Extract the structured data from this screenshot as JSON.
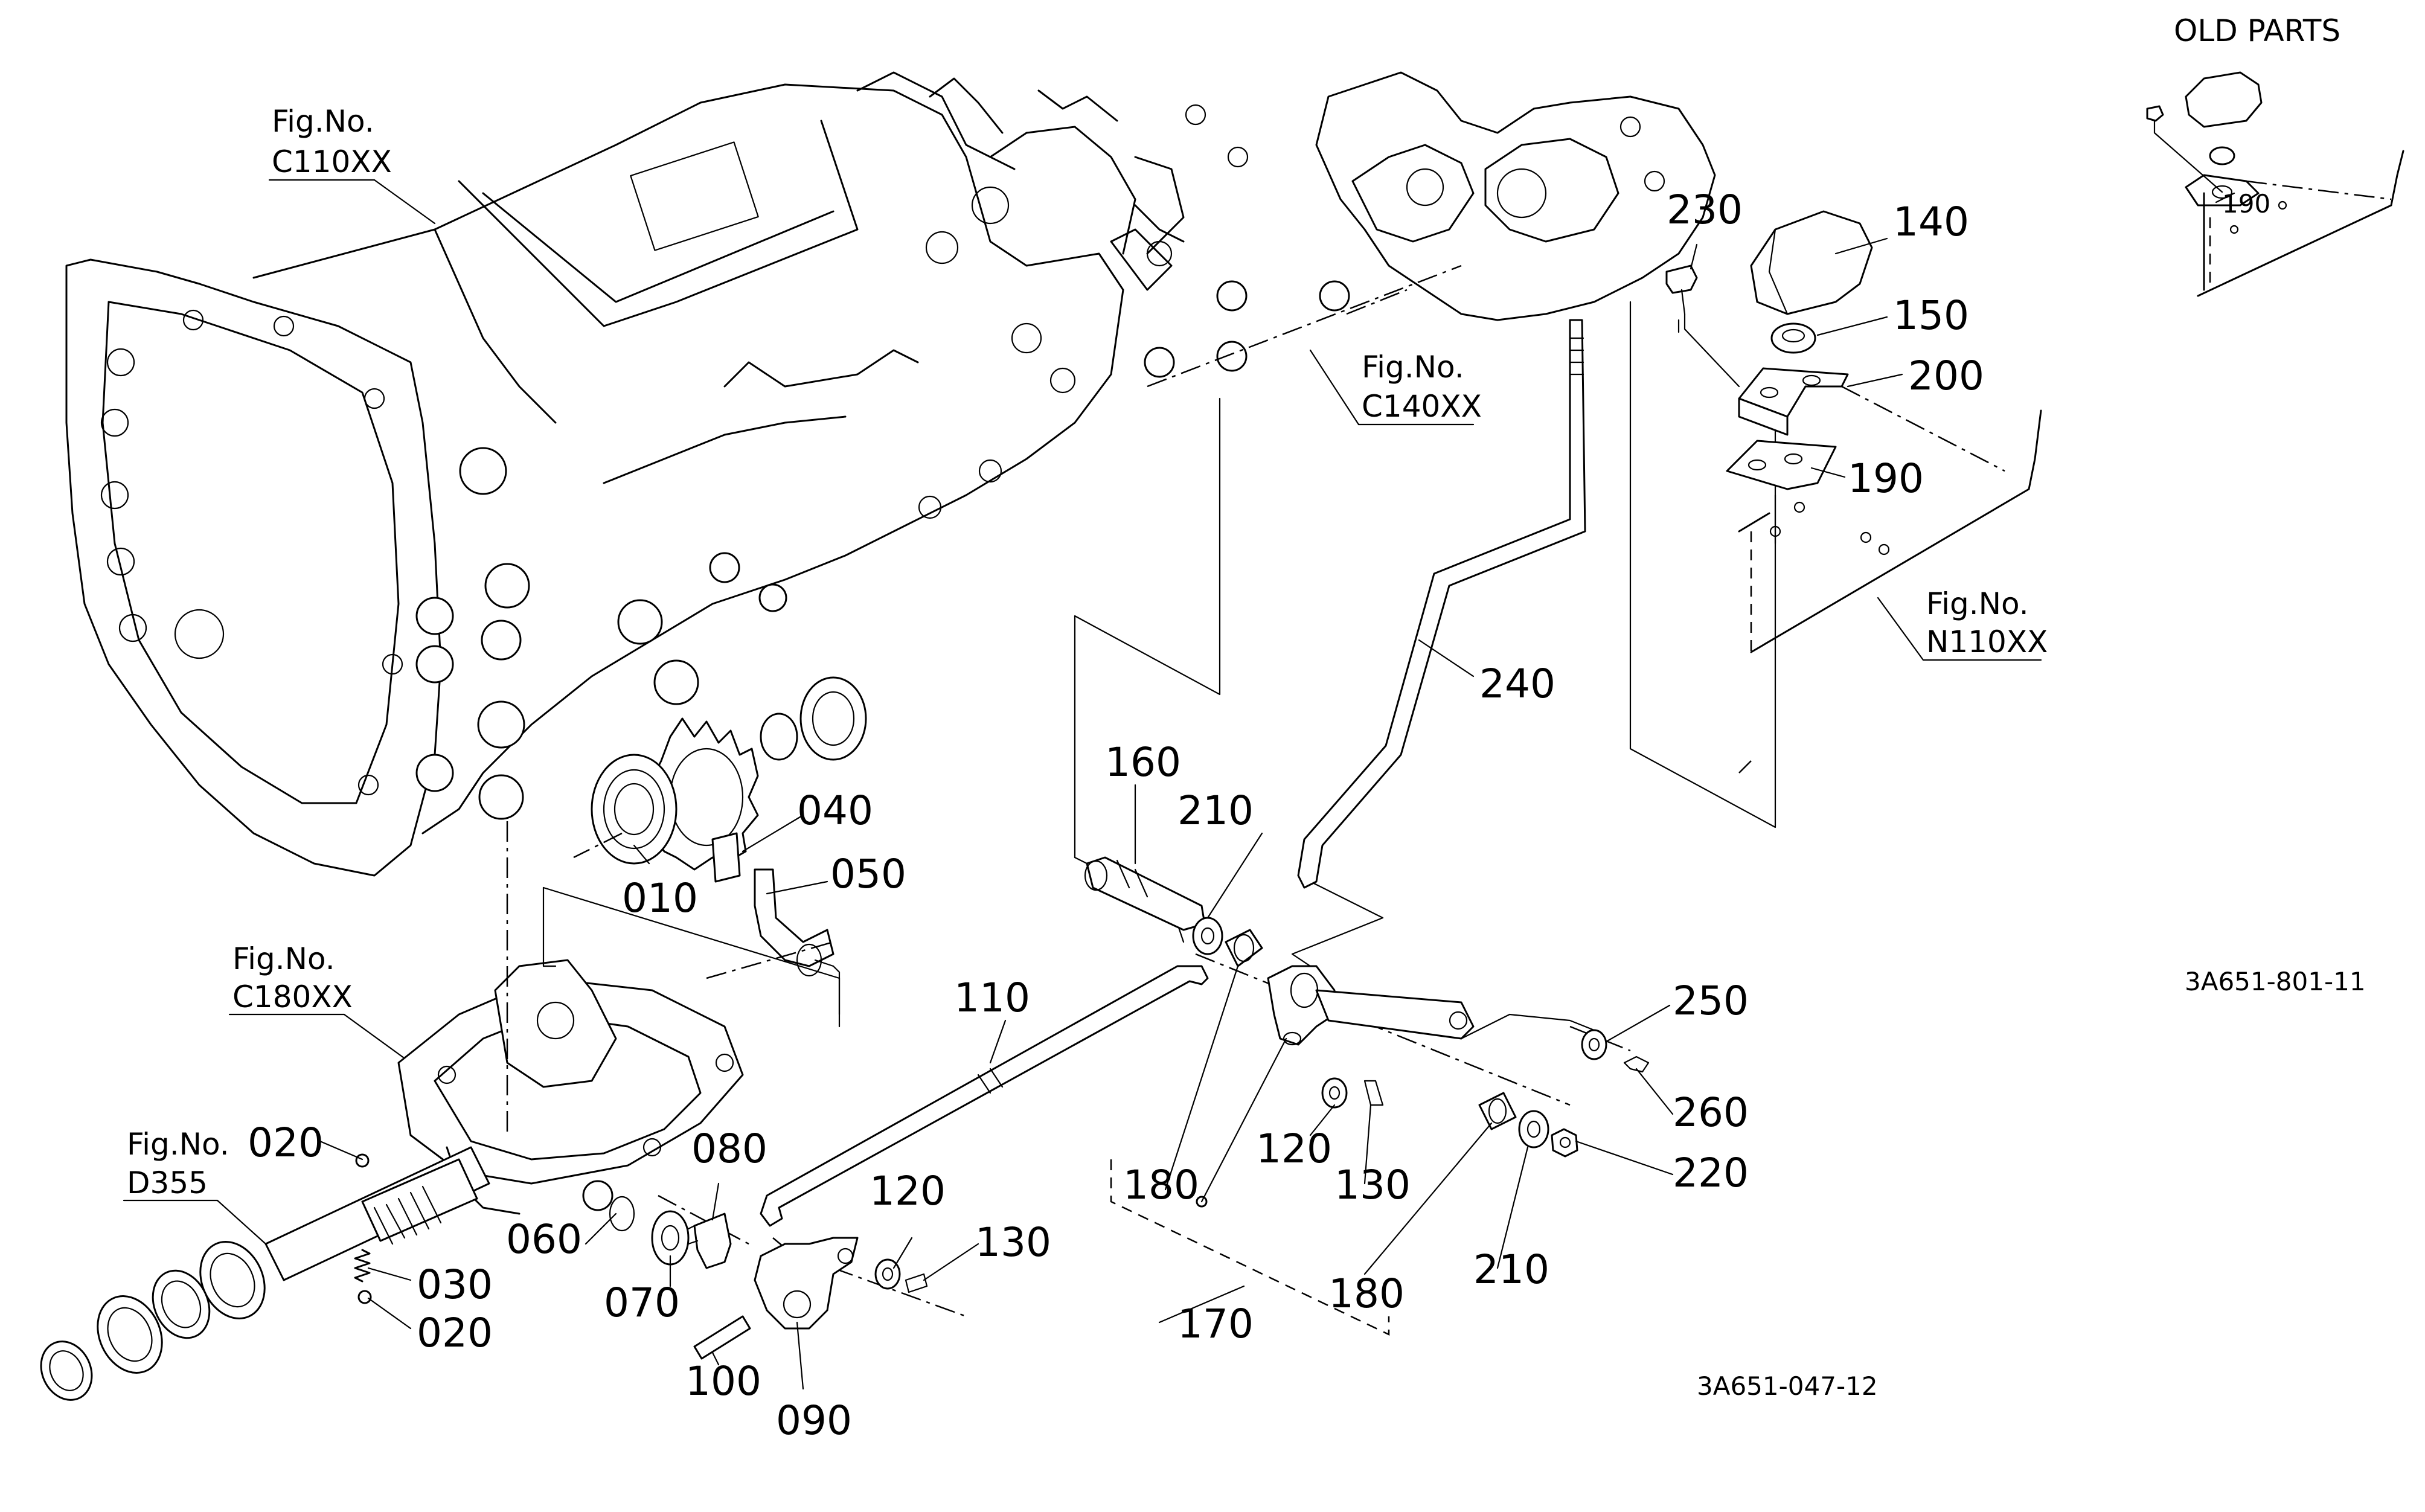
{
  "labels": {
    "old_parts": "OLD PARTS",
    "fig_c110_a": "Fig.No.",
    "fig_c110_b": "C110XX",
    "fig_c140_a": "Fig.No.",
    "fig_c140_b": "C140XX",
    "fig_c180_a": "Fig.No.",
    "fig_c180_b": "C180XX",
    "fig_d355_a": "Fig.No.",
    "fig_d355_b": "D355",
    "fig_n110_a": "Fig.No.",
    "fig_n110_b": "N110XX",
    "ref_801": "3A651-801-11",
    "ref_047": "3A651-047-12"
  },
  "parts": {
    "p010": "010",
    "p020a": "020",
    "p020b": "020",
    "p030": "030",
    "p040": "040",
    "p050": "050",
    "p060": "060",
    "p070": "070",
    "p080": "080",
    "p090": "090",
    "p100": "100",
    "p110": "110",
    "p120a": "120",
    "p120b": "120",
    "p130a": "130",
    "p130b": "130",
    "p140": "140",
    "p150": "150",
    "p160": "160",
    "p170": "170",
    "p180a": "180",
    "p180b": "180",
    "p190": "190",
    "p190_old": "190",
    "p200": "200",
    "p210a": "210",
    "p210b": "210",
    "p220": "220",
    "p230": "230",
    "p240": "240",
    "p250": "250",
    "p260": "260"
  }
}
